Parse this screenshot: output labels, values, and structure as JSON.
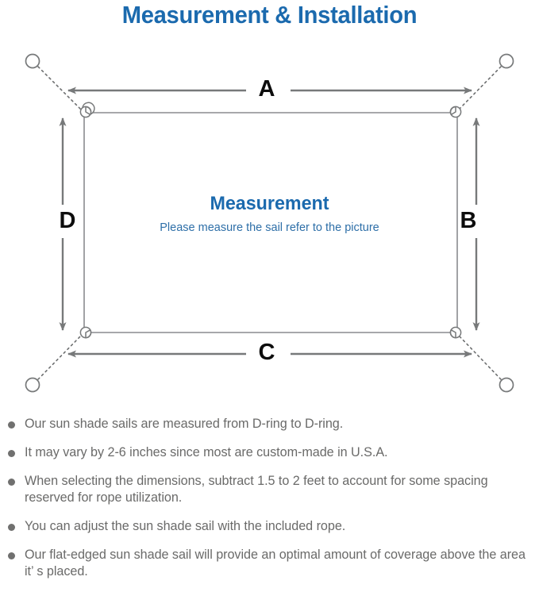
{
  "title": "Measurement & Installation",
  "diagram": {
    "center_heading": "Measurement",
    "center_subtext": "Please measure the sail refer to the picture",
    "dimensions": {
      "top": "A",
      "right": "B",
      "bottom": "C",
      "left": "D"
    },
    "icons": {
      "anchor_point": "anchor-ring-icon",
      "d_ring": "d-ring-icon",
      "rope": "dotted-rope-line",
      "sail": "sail-rectangle"
    },
    "colors": {
      "title_blue": "#1B6AAE",
      "subtext_blue": "#2E6FA8",
      "line_gray": "#77797a",
      "sail_gray": "#8a8c8f",
      "letter_black": "#0d0d0d",
      "note_gray": "#6a6a69",
      "bullet_gray": "#70706f"
    }
  },
  "notes": [
    "Our sun shade sails are measured from D-ring to D-ring.",
    "It may vary by 2-6 inches since most are custom-made in U.S.A.",
    "When selecting the dimensions, subtract 1.5 to 2 feet to account for some spacing reserved for rope utilization.",
    "You can adjust the sun shade sail with the included rope.",
    "Our flat-edged sun shade sail will provide an optimal amount of coverage above the area it’ s placed."
  ]
}
